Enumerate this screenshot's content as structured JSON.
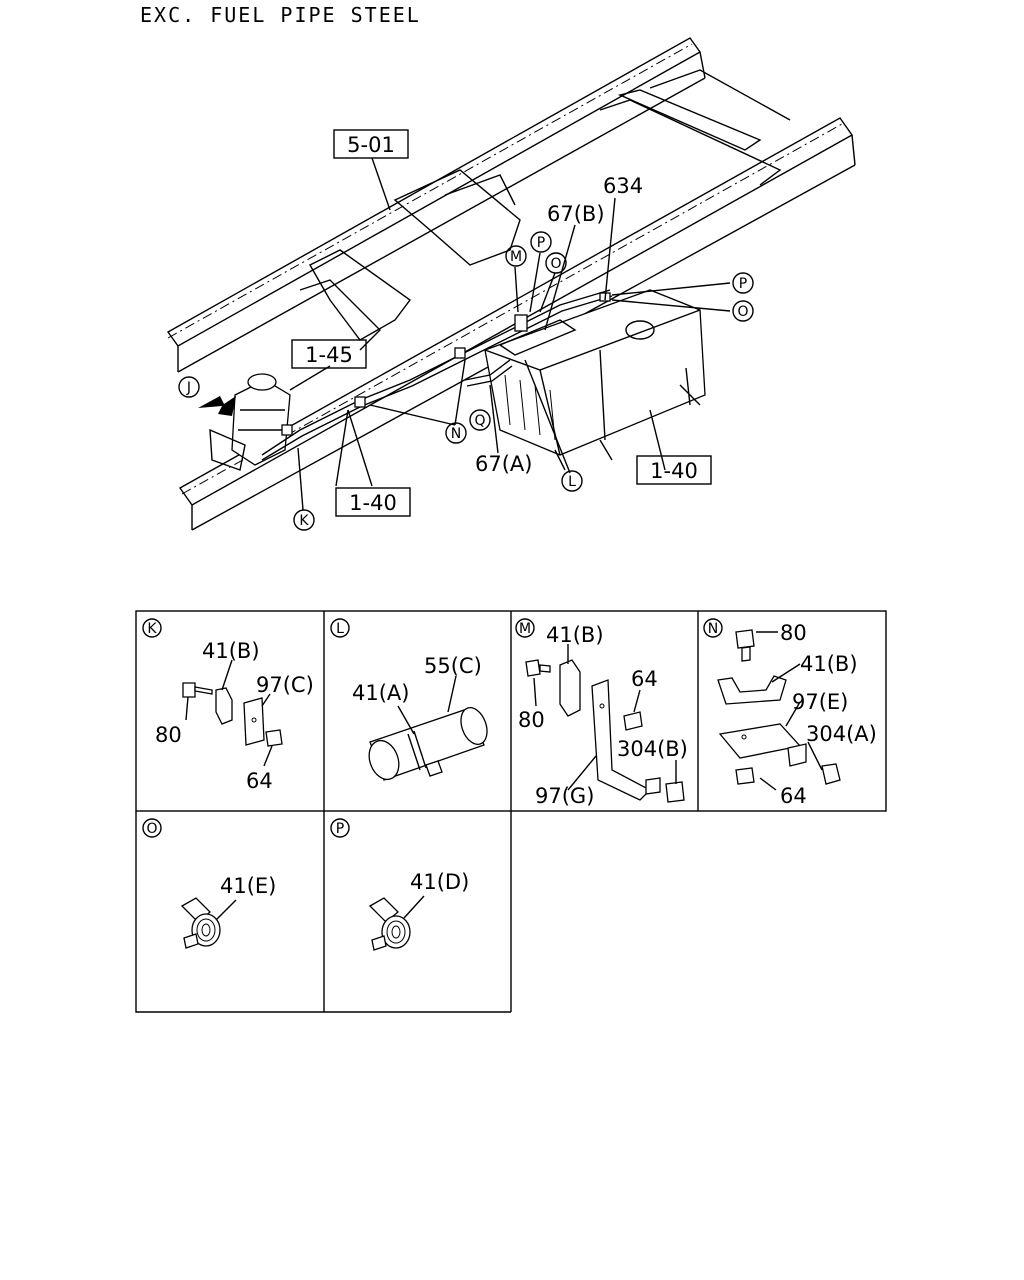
{
  "title": "EXC. FUEL PIPE STEEL",
  "main_callouts": {
    "box_5_01": "5-01",
    "box_1_45": "1-45",
    "box_1_40_left": "1-40",
    "box_1_40_right": "1-40",
    "num_634": "634",
    "num_67b": "67(B)",
    "num_67a": "67(A)",
    "c_j": "J",
    "c_k": "K",
    "c_l": "L",
    "c_m": "M",
    "c_n": "N",
    "c_o_top": "O",
    "c_o_right": "O",
    "c_p_top": "P",
    "c_p_right": "P",
    "c_q": "Q"
  },
  "details": {
    "K": {
      "letter": "K",
      "a": "41(B)",
      "b": "97(C)",
      "c": "80",
      "d": "64"
    },
    "L": {
      "letter": "L",
      "a": "55(C)",
      "b": "41(A)"
    },
    "M": {
      "letter": "M",
      "a": "41(B)",
      "b": "64",
      "c": "80",
      "d": "304(B)",
      "e": "97(G)"
    },
    "N": {
      "letter": "N",
      "a": "80",
      "b": "41(B)",
      "c": "97(E)",
      "d": "304(A)",
      "e": "64"
    },
    "O": {
      "letter": "O",
      "a": "41(E)"
    },
    "P": {
      "letter": "P",
      "a": "41(D)"
    }
  }
}
